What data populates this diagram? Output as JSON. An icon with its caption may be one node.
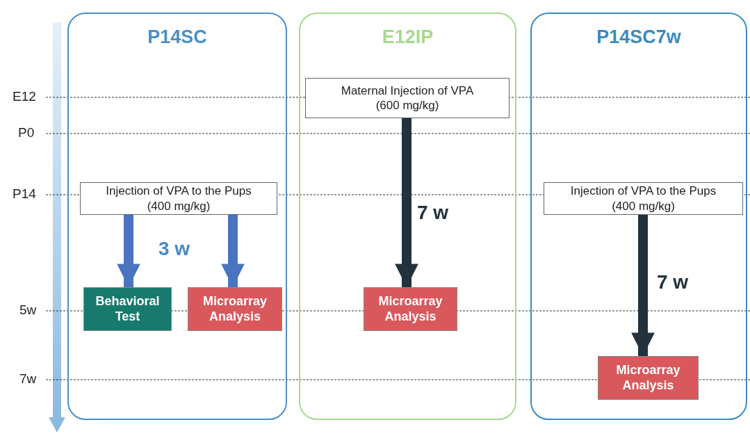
{
  "diagram": {
    "nodes": [
      {
        "text": [
          "P14SC"
        ]
      },
      {
        "text": [
          "Injection of VPA to the Pups (400 mg/kg)"
        ],
        "in": 0
      },
      {
        "text": [
          "Behavioral Test"
        ],
        "in": 0
      },
      {
        "text": [
          "Microarray Analysis"
        ],
        "in": 0
      },
      {
        "text": [
          "E12IP"
        ]
      },
      {
        "text": [
          "Maternal Injection of VPA (600 mg/kg)"
        ],
        "in": 4
      },
      {
        "text": [
          "Microarray Analysis"
        ],
        "in": 4
      },
      {
        "text": [
          "P14SC7w"
        ]
      },
      {
        "text": [
          "Injection of VPA to the Pups (400 mg/kg)"
        ],
        "in": 7
      },
      {
        "text": [
          "Microarray Analysis"
        ],
        "in": 7
      }
    ],
    "edges": [
      {
        "from": 1,
        "to": 2,
        "arrow": "to",
        "color": "#4a74c0"
      },
      {
        "from": 1,
        "to": 3,
        "arrow": "to",
        "color": "#4a74c0"
      },
      {
        "from": 5,
        "to": 6,
        "arrow": "to",
        "label": "7 w",
        "color": "#22323d"
      },
      {
        "from": 8,
        "to": 9,
        "arrow": "to",
        "label": "7 w",
        "color": "#22323d"
      }
    ],
    "labels": [
      "E12",
      "P0",
      "P14",
      "3 w",
      "5w",
      "7w"
    ]
  }
}
